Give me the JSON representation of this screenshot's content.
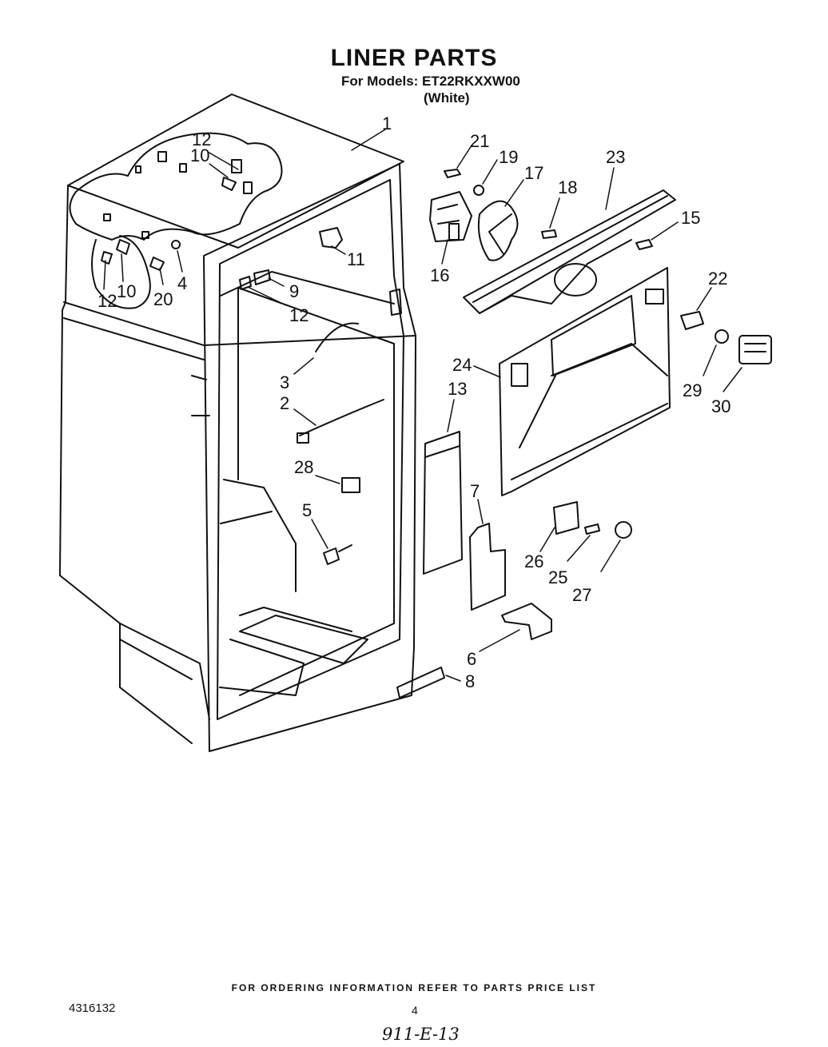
{
  "header": {
    "title": "LINER PARTS",
    "models": "For Models: ET22RKXXW00",
    "color": "(White)"
  },
  "callouts": [
    {
      "id": "c1",
      "label": "1"
    },
    {
      "id": "c21",
      "label": "21"
    },
    {
      "id": "c19",
      "label": "19"
    },
    {
      "id": "c17",
      "label": "17"
    },
    {
      "id": "c18",
      "label": "18"
    },
    {
      "id": "c23",
      "label": "23"
    },
    {
      "id": "c15",
      "label": "15"
    },
    {
      "id": "c16",
      "label": "16"
    },
    {
      "id": "c22",
      "label": "22"
    },
    {
      "id": "c12a",
      "label": "12"
    },
    {
      "id": "c10a",
      "label": "10"
    },
    {
      "id": "c11",
      "label": "11"
    },
    {
      "id": "c9",
      "label": "9"
    },
    {
      "id": "c12b",
      "label": "12"
    },
    {
      "id": "c12c",
      "label": "12"
    },
    {
      "id": "c10b",
      "label": "10"
    },
    {
      "id": "c20",
      "label": "20"
    },
    {
      "id": "c4",
      "label": "4"
    },
    {
      "id": "c3",
      "label": "3"
    },
    {
      "id": "c2",
      "label": "2"
    },
    {
      "id": "c24",
      "label": "24"
    },
    {
      "id": "c13",
      "label": "13"
    },
    {
      "id": "c29",
      "label": "29"
    },
    {
      "id": "c30",
      "label": "30"
    },
    {
      "id": "c28",
      "label": "28"
    },
    {
      "id": "c5",
      "label": "5"
    },
    {
      "id": "c7",
      "label": "7"
    },
    {
      "id": "c26",
      "label": "26"
    },
    {
      "id": "c25",
      "label": "25"
    },
    {
      "id": "c27",
      "label": "27"
    },
    {
      "id": "c6",
      "label": "6"
    },
    {
      "id": "c8",
      "label": "8"
    }
  ],
  "footer": {
    "ordering_info": "FOR ORDERING INFORMATION REFER TO PARTS PRICE LIST",
    "doc_number": "4316132",
    "page": "4",
    "handwritten": "911-E-13"
  }
}
